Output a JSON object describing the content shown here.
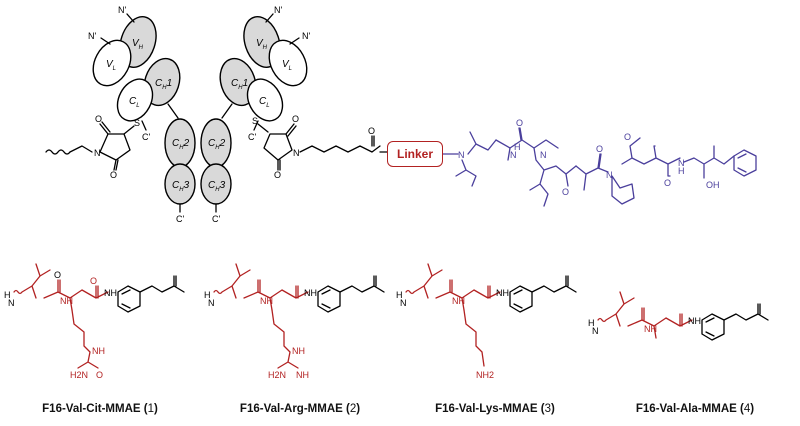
{
  "antibody": {
    "heavy_variable": "V",
    "heavy_sub": "H",
    "light_variable": "V",
    "light_sub": "L",
    "ch1": "C",
    "ch1_sub": "H",
    "ch1_num": "1",
    "cl": "C",
    "cl_sub": "L",
    "ch2": "C",
    "ch2_sub": "H",
    "ch2_num": "2",
    "ch3": "C",
    "ch3_sub": "H",
    "ch3_num": "3",
    "n_term": "N'",
    "c_term": "C'",
    "sulfur": "S"
  },
  "linker_label": "Linker",
  "payload_atoms": {
    "n": "N",
    "h": "H",
    "o": "O",
    "oh": "OH",
    "me": "N"
  },
  "dipeptide_atoms": {
    "nh": "NH",
    "h": "H",
    "n": "N",
    "o": "O",
    "nh2": "NH2",
    "h2n": "H2N"
  },
  "colors": {
    "payload": "#4a3f9c",
    "dipeptide": "#b22222",
    "antibody_fill": "#d9d9d9"
  },
  "compounds": [
    {
      "name": "F16-Val-Cit-MMAE",
      "number": "1"
    },
    {
      "name": "F16-Val-Arg-MMAE",
      "number": "2"
    },
    {
      "name": "F16-Val-Lys-MMAE",
      "number": "3"
    },
    {
      "name": "F16-Val-Ala-MMAE",
      "number": "4"
    }
  ]
}
